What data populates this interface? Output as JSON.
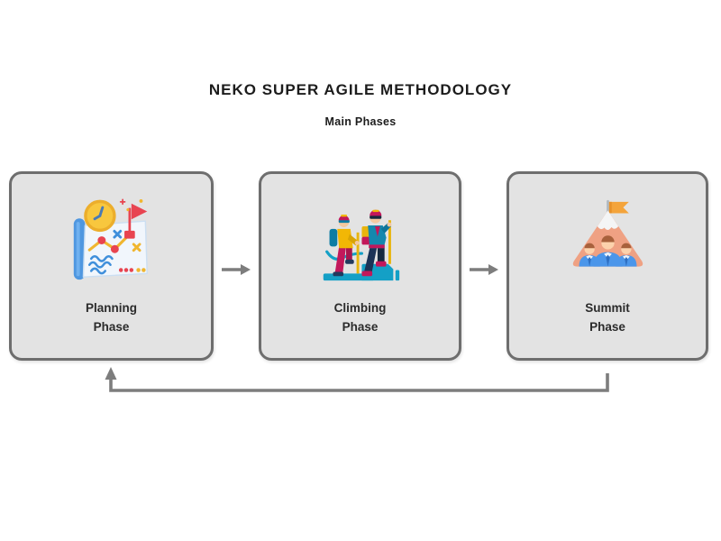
{
  "header": {
    "title": "NEKO SUPER AGILE METHODOLOGY",
    "subtitle": "Main Phases"
  },
  "phases": [
    {
      "name": "planning-phase",
      "label_top": "Planning",
      "label_bottom": "Phase",
      "icon": "planning-map-icon"
    },
    {
      "name": "climbing-phase",
      "label_top": "Climbing",
      "label_bottom": "Phase",
      "icon": "mountain-climbers-icon"
    },
    {
      "name": "summit-phase",
      "label_top": "Summit",
      "label_bottom": "Phase",
      "icon": "summit-mountain-flag-icon"
    }
  ],
  "connectors": {
    "forward_arrows": 2,
    "feedback_loop": "summit-phase to planning-phase"
  },
  "colors": {
    "background": "#ffffff",
    "box-fill": "#e3e3e3",
    "box-border": "#6e6e6e",
    "arrow": "#7d7d7d",
    "title-text": "#1c1c1c",
    "label-text": "#2b2b2b"
  }
}
